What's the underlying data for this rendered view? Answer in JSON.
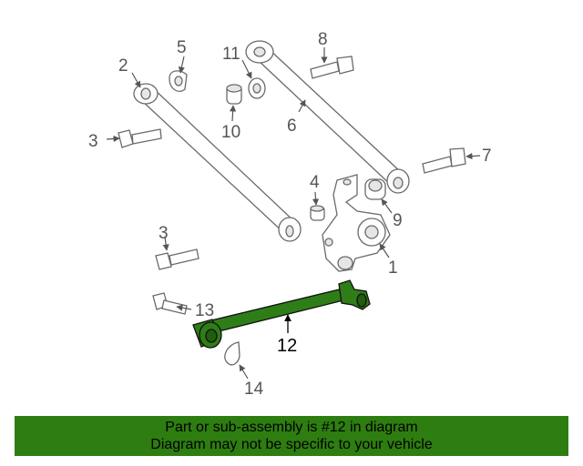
{
  "diagram": {
    "callouts": {
      "c1": "1",
      "c2": "2",
      "c3a": "3",
      "c3b": "3",
      "c4": "4",
      "c5": "5",
      "c6": "6",
      "c7": "7",
      "c8": "8",
      "c9": "9",
      "c10": "10",
      "c11": "11",
      "c12": "12",
      "c13": "13",
      "c14": "14"
    },
    "highlight_part": "12",
    "highlight_color": "#2e7d11"
  },
  "banner": {
    "line1": "Part or sub-assembly is #12 in diagram",
    "line2": "Diagram may not be specific to your vehicle",
    "background": "#2e7d11"
  }
}
